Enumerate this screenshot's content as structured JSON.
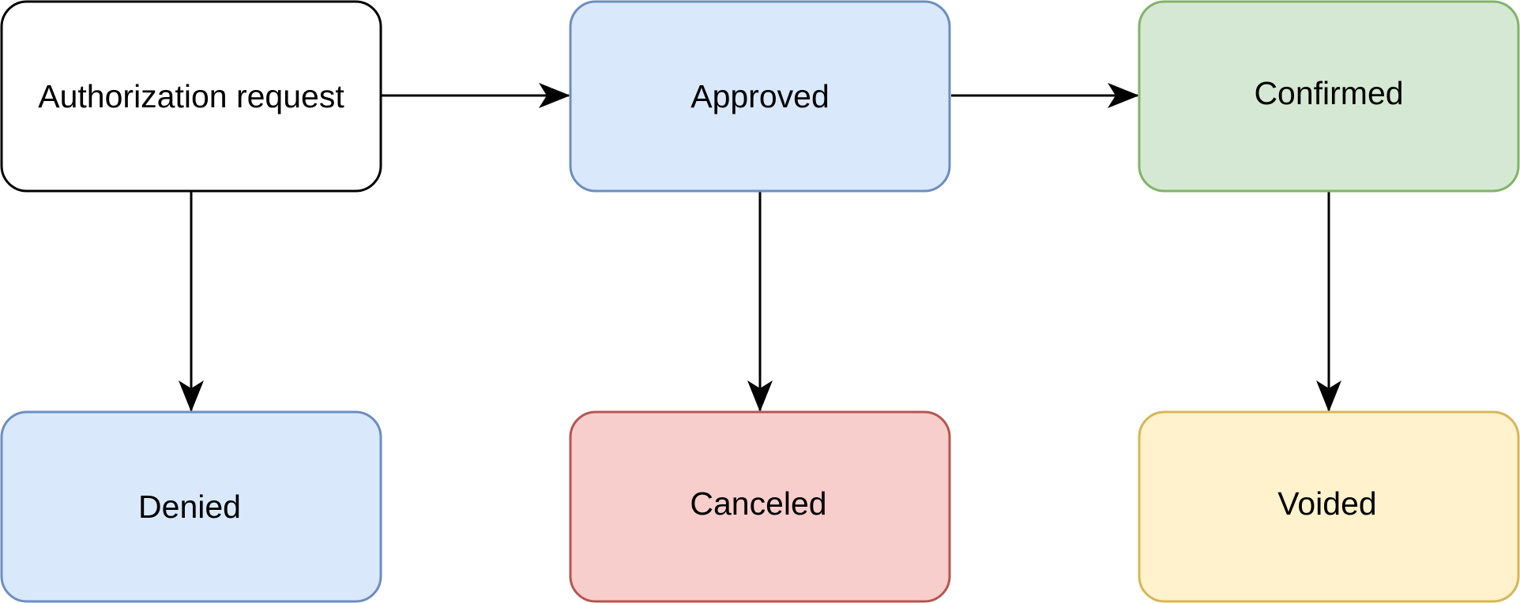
{
  "diagram": {
    "type": "flowchart",
    "nodes": {
      "authorization_request": {
        "label": "Authorization request",
        "fill": "#ffffff",
        "stroke": "#000000"
      },
      "approved": {
        "label": "Approved",
        "fill": "#dae8fc",
        "stroke": "#6c8ebf"
      },
      "confirmed": {
        "label": "Confirmed",
        "fill": "#d5e8d4",
        "stroke": "#82b366"
      },
      "denied": {
        "label": "Denied",
        "fill": "#dae8fc",
        "stroke": "#6c8ebf"
      },
      "canceled": {
        "label": "Canceled",
        "fill": "#f8cecc",
        "stroke": "#b85450"
      },
      "voided": {
        "label": "Voided",
        "fill": "#fff2cc",
        "stroke": "#d6b656"
      }
    },
    "edges": [
      {
        "from": "authorization_request",
        "to": "approved"
      },
      {
        "from": "approved",
        "to": "confirmed"
      },
      {
        "from": "authorization_request",
        "to": "denied"
      },
      {
        "from": "approved",
        "to": "canceled"
      },
      {
        "from": "confirmed",
        "to": "voided"
      }
    ],
    "edge_color": "#000000"
  }
}
